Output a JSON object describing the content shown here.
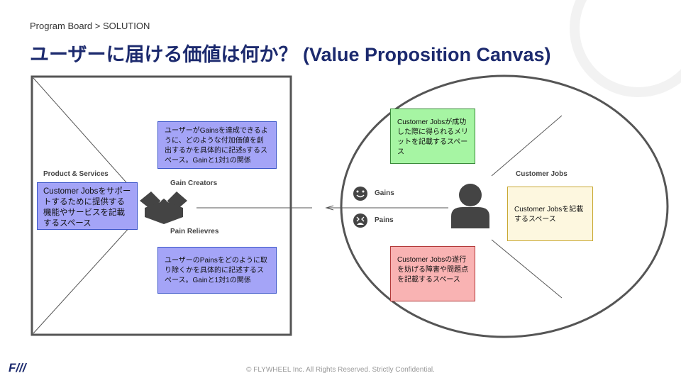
{
  "breadcrumb": "Program Board > SOLUTION",
  "title": "ユーザーに届ける価値は何か？ (Value Proposition Canvas)",
  "value_map": {
    "product_label": "Product & Services",
    "product_text": "Customer Jobsをサポートするために提供する機能やサービスを記載するスペース",
    "gain_creators_label": "Gain Creators",
    "gain_creators_text": "ユーザーがGainsを達成できるように、どのような付加価値を創出するかを具体的に記述sするスペース。Gainと1対1の関係",
    "pain_relievers_label": "Pain Relievres",
    "pain_relievers_text": "ユーザーのPainsをどのように取り除くかを具体的に記述するスペース。Gainと1対1の関係"
  },
  "profile": {
    "gains_label": "Gains",
    "gains_text": "Customer Jobsが成功した際に得られるメリットを記載するスペース",
    "pains_label": "Pains",
    "pains_text": "Customer Jobsの遂行を妨げる障害や問題点を記載するスペース",
    "jobs_label": "Customer Jobs",
    "jobs_text": "Customer Jobsを記載するスペース"
  },
  "footer": "© FLYWHEEL Inc. All Rights Reserved. Strictly Confidential.",
  "logo": "FW"
}
